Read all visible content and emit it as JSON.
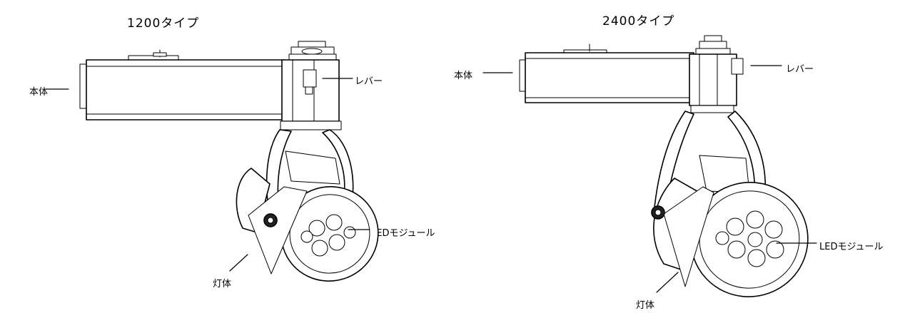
{
  "figures": [
    {
      "title": "1200タイプ",
      "labels": {
        "body": "本体",
        "lever": "レバー",
        "led_module": "LEDモジュール",
        "lamp_body": "灯体"
      }
    },
    {
      "title": "2400タイプ",
      "labels": {
        "body": "本体",
        "lever": "レバー",
        "led_module": "LEDモジュール",
        "lamp_body": "灯体"
      }
    }
  ]
}
